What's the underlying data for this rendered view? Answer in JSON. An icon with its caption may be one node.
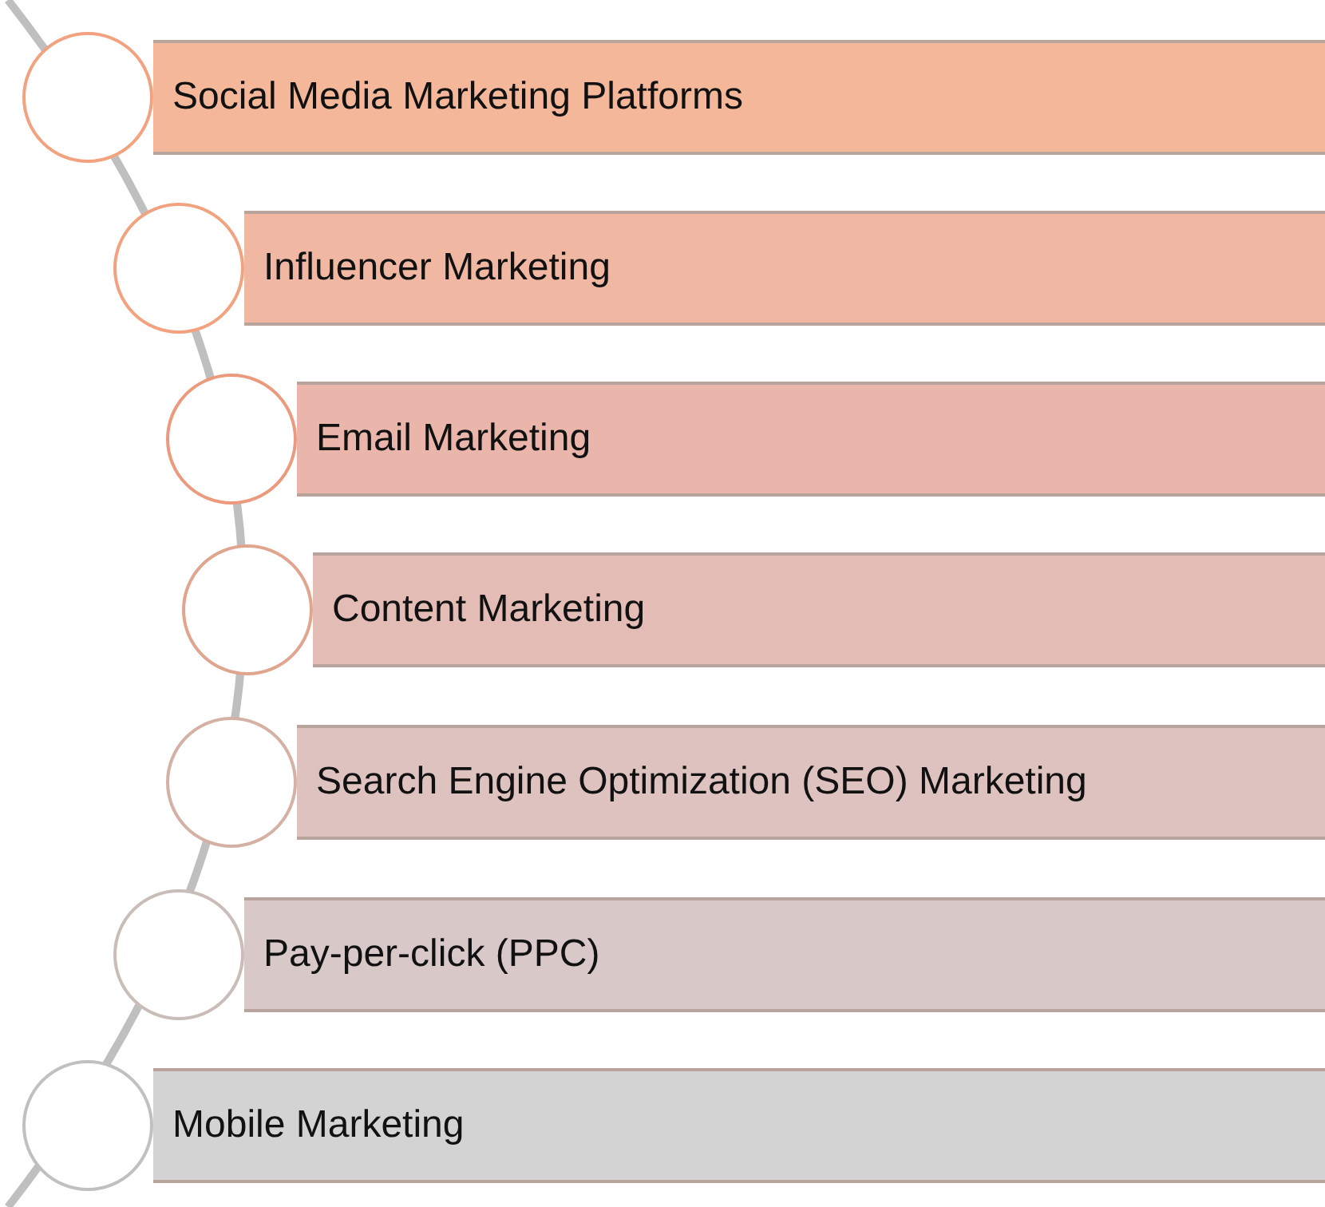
{
  "diagram": {
    "nodes": [
      {
        "text": [],
        "shape": "circle"
      },
      {
        "text": [
          "Social Media Marketing Platforms"
        ]
      },
      {
        "text": [],
        "shape": "circle"
      },
      {
        "text": [
          "Influencer Marketing"
        ]
      },
      {
        "text": [],
        "shape": "circle"
      },
      {
        "text": [
          "Email Marketing"
        ]
      },
      {
        "text": [],
        "shape": "circle"
      },
      {
        "text": [
          "Content Marketing"
        ]
      },
      {
        "text": [],
        "shape": "circle"
      },
      {
        "text": [
          "Search Engine Optimization (SEO) Marketing"
        ]
      },
      {
        "text": [],
        "shape": "circle"
      },
      {
        "text": [
          "Pay-per-click (PPC)"
        ]
      },
      {
        "text": [],
        "shape": "circle"
      },
      {
        "text": [
          "Mobile Marketing"
        ]
      }
    ]
  }
}
